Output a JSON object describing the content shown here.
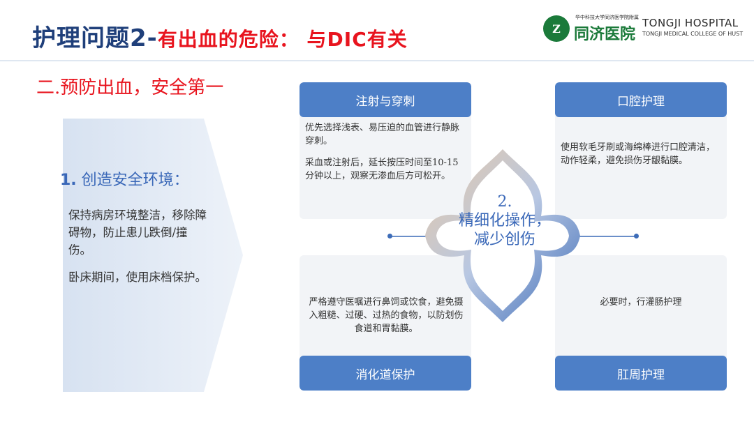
{
  "header": {
    "title_main": "护理问题2-",
    "title_red": "有出血的危险： 与DIC有关"
  },
  "logo": {
    "emblem_text": "Z",
    "small_text": "华中科技大学同济医学院附属",
    "cn_name": "同济医院",
    "en_name": "TONGJI HOSPITAL",
    "en_sub": "TONGJI MEDICAL COLLEGE OF HUST"
  },
  "subtitle": "二.预防出血，安全第一",
  "left": {
    "heading_num": "1.",
    "heading_text": " 创造安全环境：",
    "para1": "保持病房环境整洁，移除障碍物，防止患儿跌倒/撞伤。",
    "para2": "卧床期间，使用床档保护。"
  },
  "center": {
    "line1": "2.",
    "line2": "精细化操作，",
    "line3": "减少创伤"
  },
  "panels": {
    "injection": {
      "title": "注射与穿刺",
      "p1": "优先选择浅表、易压迫的血管进行静脉穿刺。",
      "p2": "采血或注射后，延长按压时间至10-15分钟以上，观察无渗血后方可松开。"
    },
    "oral": {
      "title": "口腔护理",
      "p1": "使用软毛牙刷或海绵棒进行口腔清洁，动作轻柔，避免损伤牙龈黏膜。"
    },
    "digestive": {
      "title": "消化道保护",
      "p1": "严格遵守医嘱进行鼻饲或饮食，避免摄入粗糙、过硬、过热的食物，以防划伤食道和胃黏膜。"
    },
    "perianal": {
      "title": "肛周护理",
      "p1": "必要时，行灌肠护理"
    }
  },
  "colors": {
    "title_blue": "#1f3f7a",
    "accent_red": "#e8141e",
    "panel_blue": "#4d7fc7",
    "text_blue": "#3a68b8",
    "logo_green": "#1b7a3a"
  }
}
